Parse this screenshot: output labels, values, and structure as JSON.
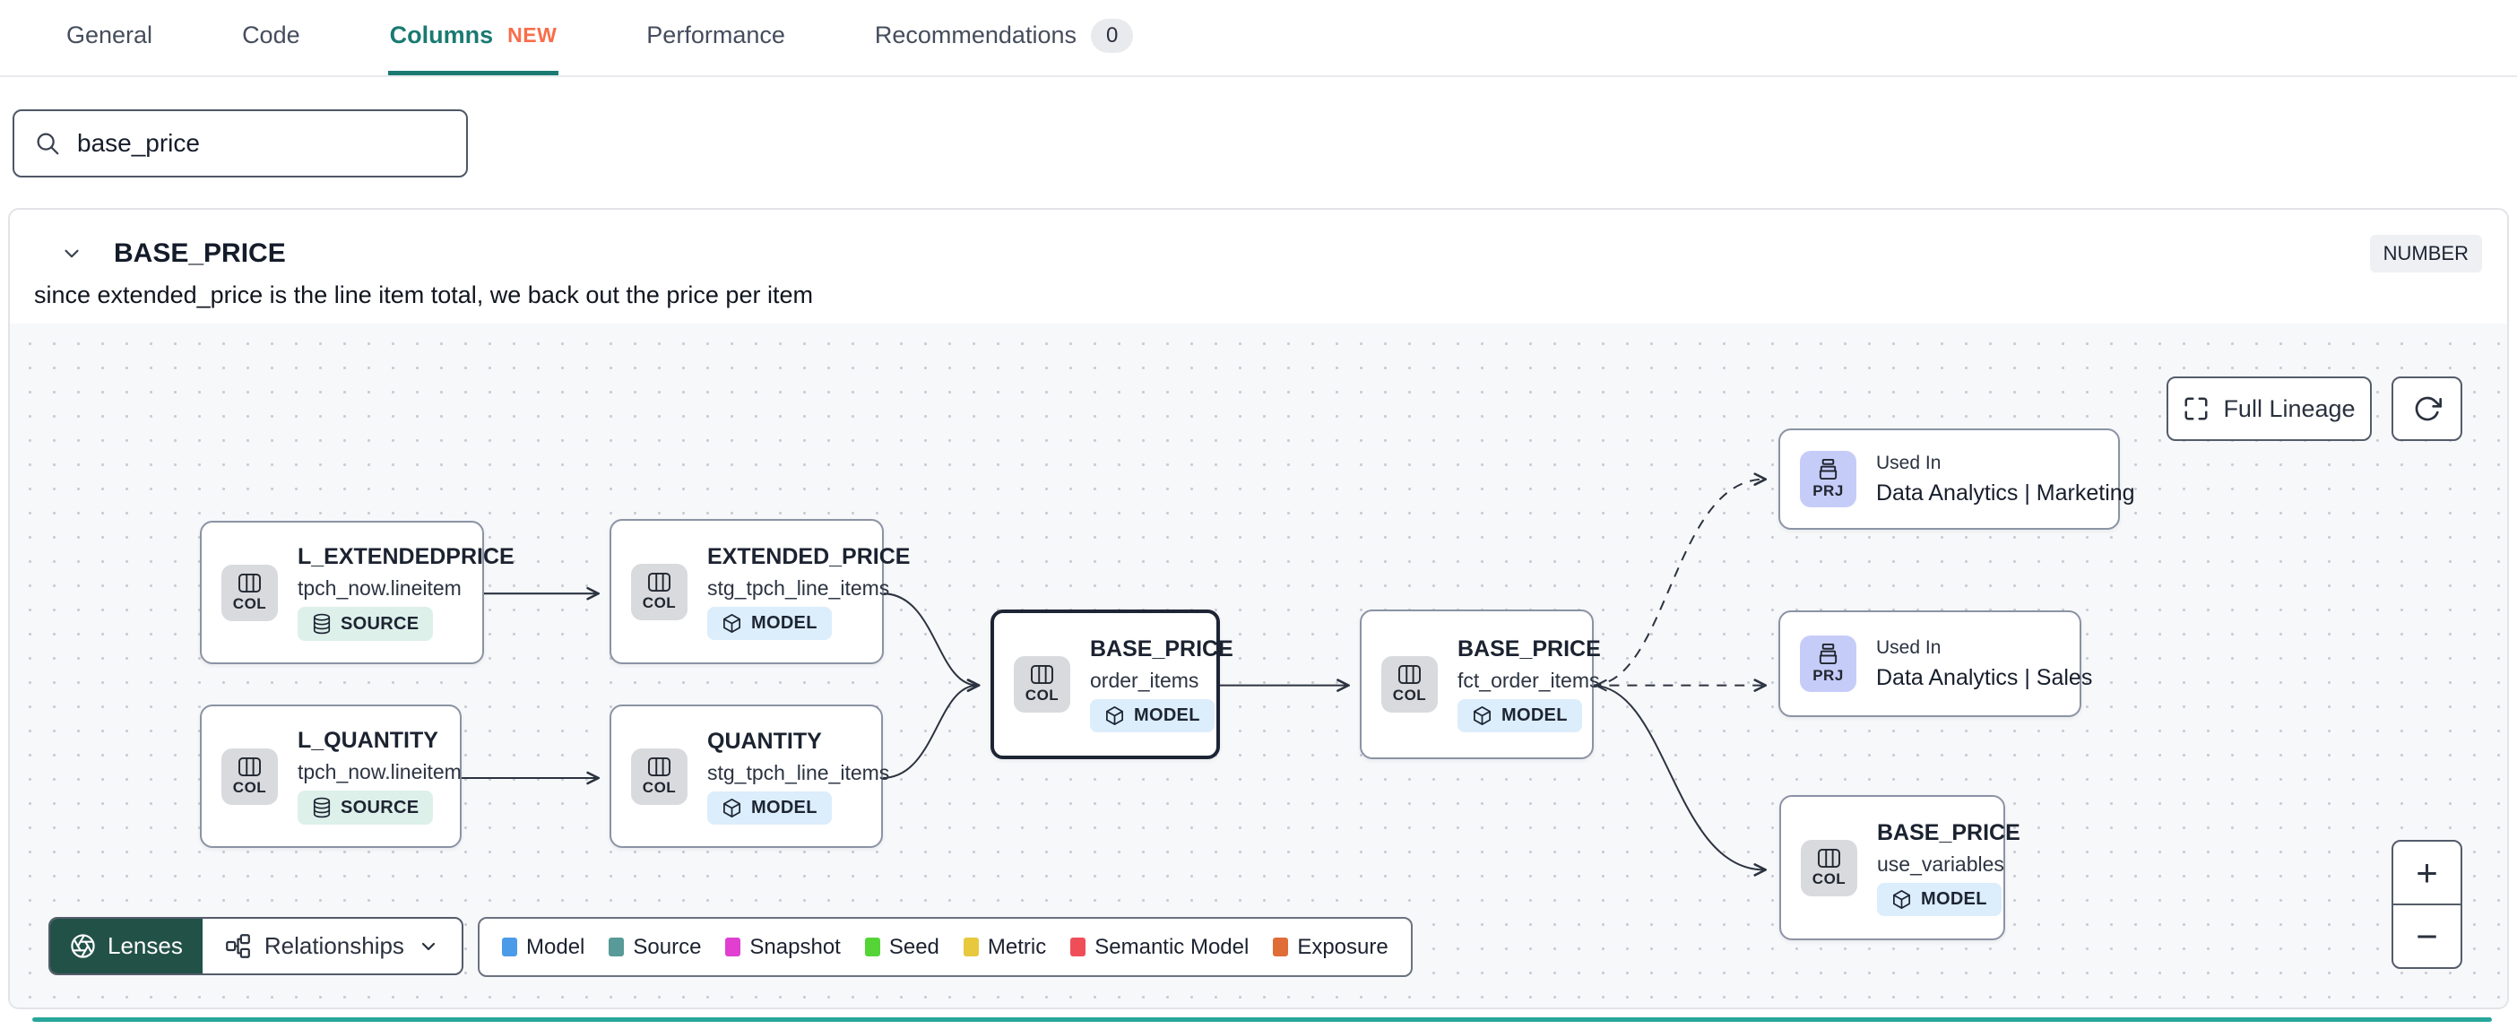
{
  "theme": {
    "accent": "#1a7a72",
    "accent_bright": "#27a79b",
    "new_orange": "#f96d4a",
    "lenses_green": "#225147"
  },
  "tabs": {
    "items": [
      {
        "label": "General"
      },
      {
        "label": "Code"
      },
      {
        "label": "Columns",
        "badge": "NEW",
        "active": true
      },
      {
        "label": "Performance"
      },
      {
        "label": "Recommendations",
        "count": "0"
      }
    ]
  },
  "search": {
    "value": "base_price"
  },
  "column_panel": {
    "name": "BASE_PRICE",
    "type": "NUMBER",
    "description": "since extended_price is the line item total, we back out the price per item"
  },
  "lineage": {
    "toolbar": {
      "full_lineage": "Full Lineage"
    },
    "nodes": [
      {
        "id": "l_extendedprice",
        "kind": "column",
        "chip": "COL",
        "title": "L_EXTENDEDPRICE",
        "subtitle": "tpch_now.lineitem",
        "badge": "SOURCE"
      },
      {
        "id": "extended_price",
        "kind": "column",
        "chip": "COL",
        "title": "EXTENDED_PRICE",
        "subtitle": "stg_tpch_line_items",
        "badge": "MODEL"
      },
      {
        "id": "l_quantity",
        "kind": "column",
        "chip": "COL",
        "title": "L_QUANTITY",
        "subtitle": "tpch_now.lineitem",
        "badge": "SOURCE"
      },
      {
        "id": "quantity",
        "kind": "column",
        "chip": "COL",
        "title": "QUANTITY",
        "subtitle": "stg_tpch_line_items",
        "badge": "MODEL"
      },
      {
        "id": "base_price_order_items",
        "kind": "column",
        "chip": "COL",
        "title": "BASE_PRICE",
        "subtitle": "order_items",
        "badge": "MODEL",
        "selected": true
      },
      {
        "id": "base_price_fct_order_items",
        "kind": "column",
        "chip": "COL",
        "title": "BASE_PRICE",
        "subtitle": "fct_order_items",
        "badge": "MODEL"
      },
      {
        "id": "used_in_marketing",
        "kind": "project",
        "chip": "PRJ",
        "title": "Used In",
        "subtitle": "Data Analytics | Marketing"
      },
      {
        "id": "used_in_sales",
        "kind": "project",
        "chip": "PRJ",
        "title": "Used In",
        "subtitle": "Data Analytics | Sales"
      },
      {
        "id": "base_price_use_variables",
        "kind": "column",
        "chip": "COL",
        "title": "BASE_PRICE",
        "subtitle": "use_variables",
        "badge": "MODEL"
      }
    ],
    "badge_colors": {
      "SOURCE": "#ddf0ea",
      "MODEL": "#dcedfb"
    },
    "controls": {
      "lenses": "Lenses",
      "relationships": "Relationships",
      "zoom_in": "+",
      "zoom_out": "−"
    },
    "legend": [
      {
        "label": "Model",
        "color": "#4c9be8"
      },
      {
        "label": "Source",
        "color": "#579a97"
      },
      {
        "label": "Snapshot",
        "color": "#e03fd0"
      },
      {
        "label": "Seed",
        "color": "#55d438"
      },
      {
        "label": "Metric",
        "color": "#e8c83d"
      },
      {
        "label": "Semantic Model",
        "color": "#ef4e58"
      },
      {
        "label": "Exposure",
        "color": "#e06c38"
      }
    ]
  }
}
